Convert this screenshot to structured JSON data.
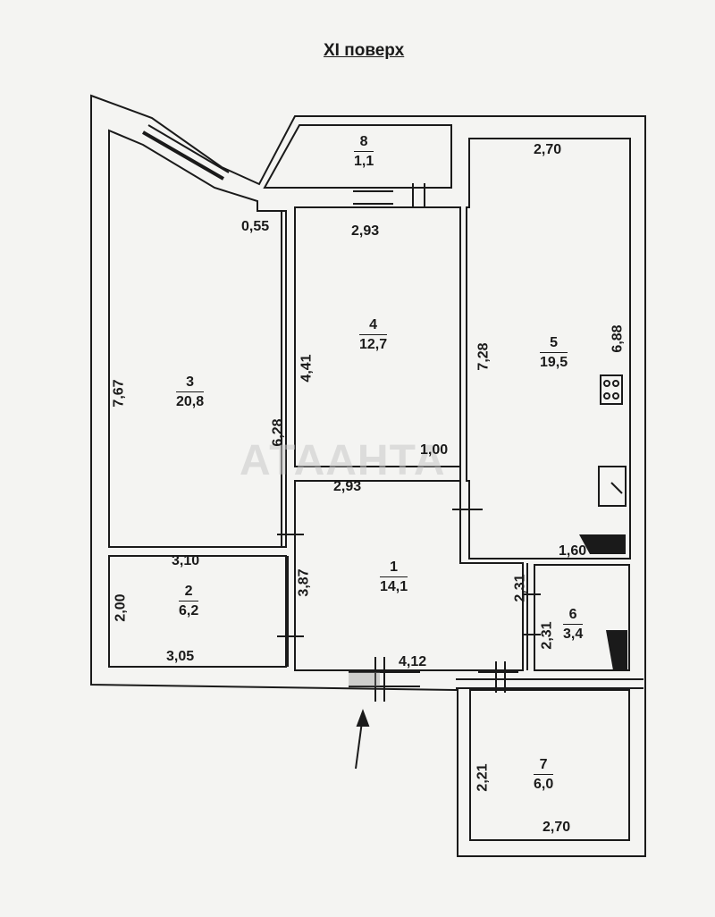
{
  "floor_label": "XI поверх",
  "watermark": "АТААНТА",
  "rooms": [
    {
      "num": "1",
      "area": "14,1"
    },
    {
      "num": "2",
      "area": "6,2"
    },
    {
      "num": "3",
      "area": "20,8"
    },
    {
      "num": "4",
      "area": "12,7"
    },
    {
      "num": "5",
      "area": "19,5"
    },
    {
      "num": "6",
      "area": "3,4"
    },
    {
      "num": "7",
      "area": "6,0"
    },
    {
      "num": "8",
      "area": "1,1"
    }
  ],
  "dimensions": {
    "room8_top_right": "2,70",
    "room3_corner": "0,55",
    "room4_top": "2,93",
    "room3_height": "7,67",
    "room4_height": "4,41",
    "room3_right": "6,28",
    "room4_bottom": "2,93",
    "room5_left": "7,28",
    "room5_right": "6,88",
    "partial": "1,00",
    "room3_bottom": "3,10",
    "room6_top": "1,60",
    "corridor_left": "3,87",
    "room6_left_upper": "2,31",
    "room6_left_lower": "2,31",
    "room2_left": "2,00",
    "room2_bottom": "3,05",
    "corridor_bottom": "4,12",
    "room7_left": "2,21",
    "room7_bottom": "2,70"
  },
  "colors": {
    "wall": "#1a1a1a",
    "background": "#f4f4f2"
  }
}
